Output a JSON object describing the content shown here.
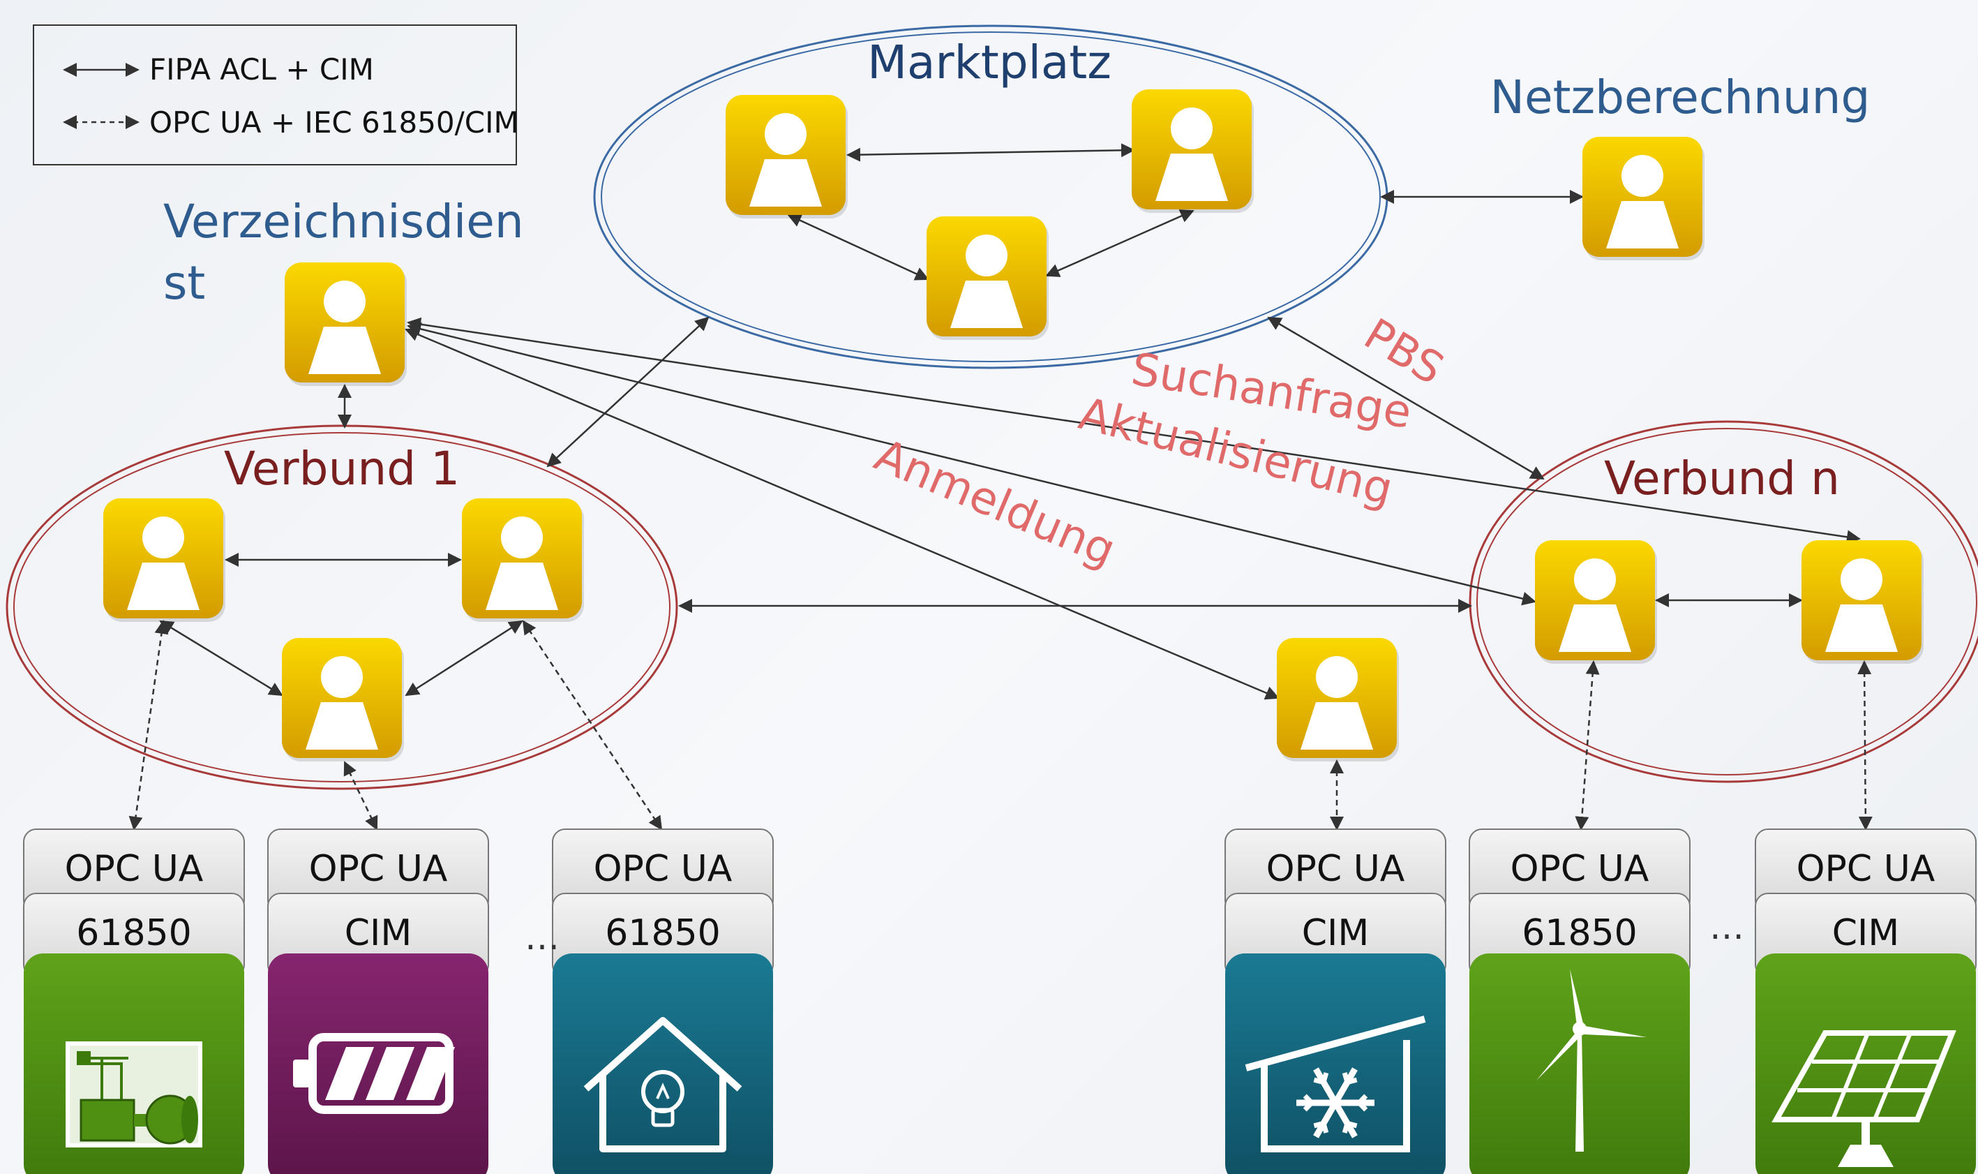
{
  "legend": {
    "solid_label": "FIPA ACL + CIM",
    "dashed_label": "OPC UA + IEC 61850/CIM"
  },
  "groups": {
    "marktplatz": "Marktplatz",
    "netzberechnung": "Netzberechnung",
    "verzeichnisdienst_line1": "Verzeichnisdien",
    "verzeichnisdienst_line2": "st",
    "verbund1": "Verbund 1",
    "verbundn": "Verbund n"
  },
  "edge_labels": {
    "pbs": "PBS",
    "suchanfrage": "Suchanfrage",
    "aktualisierung": "Aktualisierung",
    "anmeldung": "Anmeldung"
  },
  "devices": [
    {
      "protocol": "OPC UA",
      "model": "61850",
      "icon": "motor-generator-icon"
    },
    {
      "protocol": "OPC UA",
      "model": "CIM",
      "icon": "battery-icon"
    },
    {
      "protocol": "OPC UA",
      "model": "61850",
      "icon": "house-bulb-icon"
    },
    {
      "protocol": "OPC UA",
      "model": "CIM",
      "icon": "cold-storage-icon"
    },
    {
      "protocol": "OPC UA",
      "model": "61850",
      "icon": "wind-turbine-icon"
    },
    {
      "protocol": "OPC UA",
      "model": "CIM",
      "icon": "solar-panel-icon"
    }
  ],
  "ellipsis": "…",
  "colors": {
    "agent_top": "#f9d200",
    "agent_bottom": "#d7a200",
    "marktplatz_ring": "#3b6aa5",
    "verbund_ring": "#a83a3a",
    "title_blue": "#2f5c8f",
    "title_dark_blue": "#1f3f6e",
    "title_red": "#7a1f1f",
    "edge_label": "#e06a6a",
    "green": "#4f8f12",
    "purple": "#721f5a",
    "teal": "#16687f"
  }
}
